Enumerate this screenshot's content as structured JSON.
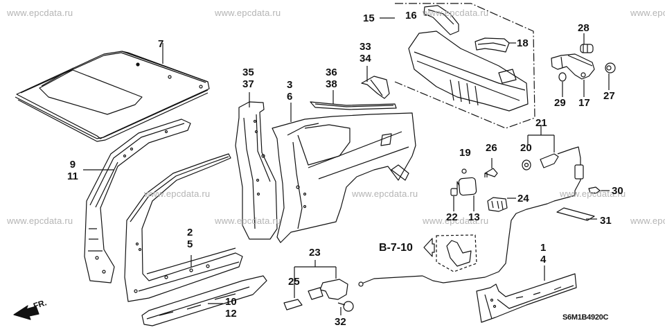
{
  "diagram": {
    "type": "exploded-parts-diagram",
    "subject": "Outer panel / rear panel assembly",
    "diagram_code": "S6M1B4920C",
    "cross_reference": "B-7-10",
    "direction_indicator": "FR.",
    "watermark_text": "www.epcdata.ru",
    "callouts": [
      {
        "id": "roof",
        "numbers": [
          "7"
        ]
      },
      {
        "id": "front-pillar-inner",
        "numbers": [
          "9",
          "11"
        ]
      },
      {
        "id": "front-pillar-outer",
        "numbers": [
          "2",
          "5"
        ]
      },
      {
        "id": "side-sill-inner",
        "numbers": [
          "10",
          "12"
        ]
      },
      {
        "id": "center-pillar",
        "numbers": [
          "35",
          "37"
        ]
      },
      {
        "id": "rear-quarter-panel",
        "numbers": [
          "3",
          "6"
        ]
      },
      {
        "id": "roof-rail-rear",
        "numbers": [
          "36",
          "38"
        ]
      },
      {
        "id": "bracket-upper",
        "numbers": [
          "33",
          "34"
        ]
      },
      {
        "id": "rear-panel-assy",
        "numbers": [
          "15"
        ]
      },
      {
        "id": "rear-panel-gusset-left",
        "numbers": [
          "16"
        ]
      },
      {
        "id": "rear-panel-gusset-right",
        "numbers": [
          "18"
        ]
      },
      {
        "id": "fuel-lid-opener-bracket",
        "numbers": [
          "17"
        ]
      },
      {
        "id": "grommet",
        "numbers": [
          "28"
        ]
      },
      {
        "id": "nut-29",
        "numbers": [
          "29"
        ]
      },
      {
        "id": "cap-27",
        "numbers": [
          "27"
        ]
      },
      {
        "id": "fuel-lid-cable-assy",
        "numbers": [
          "21"
        ]
      },
      {
        "id": "fuel-lid-cap",
        "numbers": [
          "20"
        ]
      },
      {
        "id": "spring-19",
        "numbers": [
          "19"
        ]
      },
      {
        "id": "bolt-26",
        "numbers": [
          "26"
        ]
      },
      {
        "id": "fuel-lid",
        "numbers": [
          "13"
        ]
      },
      {
        "id": "bushing-22",
        "numbers": [
          "22"
        ]
      },
      {
        "id": "opener-24",
        "numbers": [
          "24"
        ]
      },
      {
        "id": "clip-30",
        "numbers": [
          "30"
        ]
      },
      {
        "id": "pad-31",
        "numbers": [
          "31"
        ]
      },
      {
        "id": "latch-assy",
        "numbers": [
          "23"
        ]
      },
      {
        "id": "latch-cover",
        "numbers": [
          "25"
        ]
      },
      {
        "id": "bolt-32",
        "numbers": [
          "32"
        ]
      },
      {
        "id": "side-sill-outer",
        "numbers": [
          "1",
          "4"
        ]
      }
    ]
  }
}
